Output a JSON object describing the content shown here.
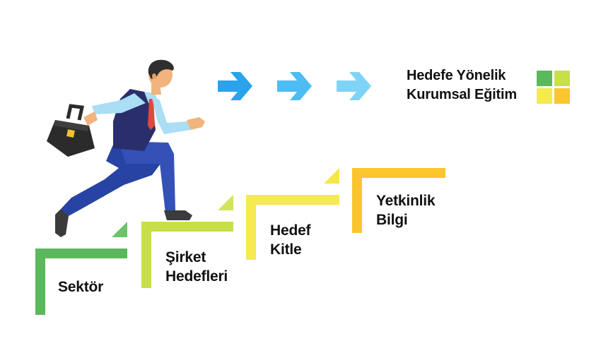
{
  "title": {
    "lines": [
      "Hedefe Yönelik",
      "Kurumsal Eğitim"
    ]
  },
  "steps": [
    {
      "lines": [
        "Sektör"
      ],
      "color": "#5cb85c",
      "accent": "#6cc36a"
    },
    {
      "lines": [
        "Şirket",
        "Hedefleri"
      ],
      "color": "#c9df4a",
      "accent": "#d3e35a"
    },
    {
      "lines": [
        "Hedef",
        "Kitle"
      ],
      "color": "#f5ea4f",
      "accent": "#f5e64a"
    },
    {
      "lines": [
        "Yetkinlik",
        "Bilgi"
      ],
      "color": "#fbc62c",
      "accent": "#fbd23c"
    }
  ],
  "arrows": [
    {
      "color": "#29a3ea"
    },
    {
      "color": "#4cbcf2"
    },
    {
      "color": "#7fd3f7"
    }
  ],
  "logo_squares": [
    "#5cb85c",
    "#c9df4a",
    "#f5ea4f",
    "#fbc62c"
  ],
  "icons": [
    "runner-figure-icon",
    "briefcase-icon",
    "arrow-right-icon"
  ]
}
